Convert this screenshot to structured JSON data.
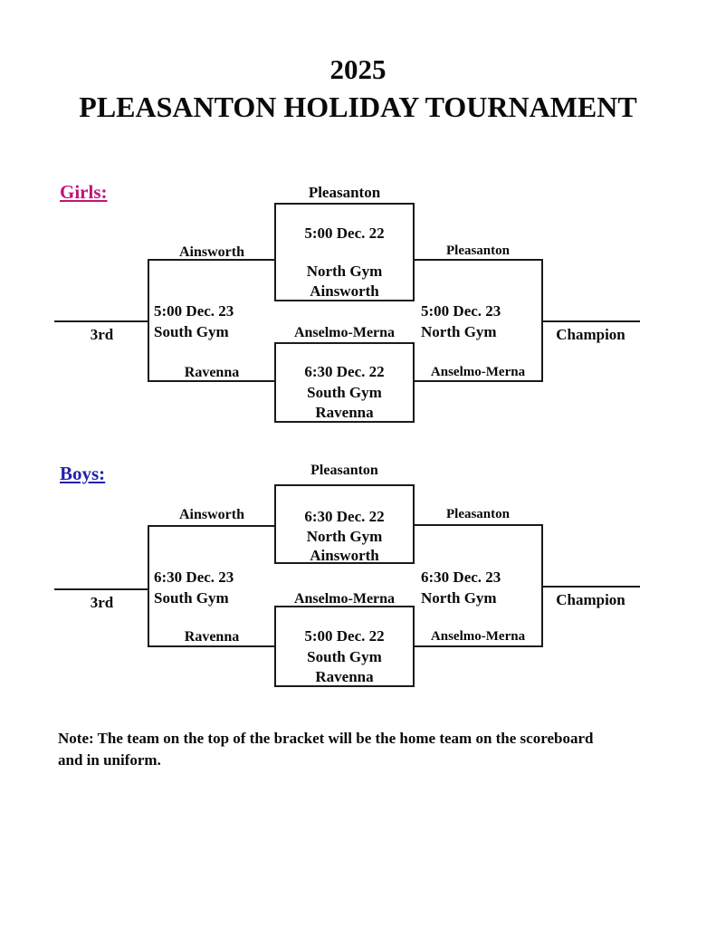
{
  "title": {
    "year": "2025",
    "name": "PLEASANTON HOLIDAY TOURNAMENT"
  },
  "colors": {
    "girls_heading": "#bf1478",
    "boys_heading": "#2323ac",
    "lines": "#1a1a1a"
  },
  "note": {
    "line1": "Note: The team on the top of the bracket will be the home team on the scoreboard",
    "line2": "and in uniform."
  },
  "girls": {
    "heading": "Girls:",
    "game1": {
      "top_team": "Pleasanton",
      "side_team": "Ainsworth",
      "time": "5:00 Dec. 22",
      "gym": "North Gym",
      "home_team": "Ainsworth"
    },
    "game2": {
      "top_team": "Anselmo-Merna",
      "side_team": "Ravenna",
      "time": "6:30 Dec. 22",
      "gym": "South Gym",
      "home_team": "Ravenna"
    },
    "third_place": {
      "time": "5:00 Dec. 23",
      "gym": "South Gym",
      "label": "3rd"
    },
    "championship": {
      "top_team": "Pleasanton",
      "bottom_team": "Anselmo-Merna",
      "time": "5:00 Dec. 23",
      "gym": "North Gym",
      "label": "Champion"
    }
  },
  "boys": {
    "heading": "Boys:",
    "game1": {
      "top_team": "Pleasanton",
      "side_team": "Ainsworth",
      "time": "6:30 Dec. 22",
      "gym": "North Gym",
      "home_team": "Ainsworth"
    },
    "game2": {
      "top_team": "Anselmo-Merna",
      "side_team": "Ravenna",
      "time": "5:00 Dec. 22",
      "gym": "South Gym",
      "home_team": "Ravenna"
    },
    "third_place": {
      "time": "6:30 Dec. 23",
      "gym": "South Gym",
      "label": "3rd"
    },
    "championship": {
      "top_team": "Pleasanton",
      "bottom_team": "Anselmo-Merna",
      "time": "6:30 Dec. 23",
      "gym": "North Gym",
      "label": "Champion"
    }
  }
}
